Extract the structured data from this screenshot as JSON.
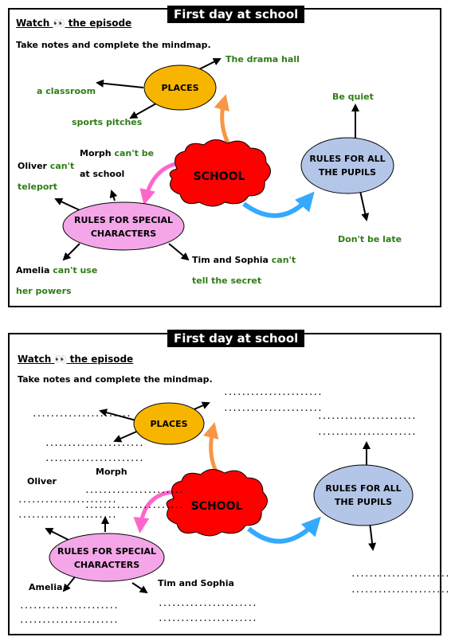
{
  "top": {
    "title": "First day at school",
    "watch": "Watch",
    "episode": "the episode",
    "instruction": "Take notes and complete the mindmap.",
    "places": "PLACES",
    "school": "SCHOOL",
    "rules_all_1": "RULES FOR ALL",
    "rules_all_2": "THE PUPILS",
    "rules_special_1": "RULES FOR SPECIAL",
    "rules_special_2": "CHARACTERS",
    "drama_hall": "The drama hall",
    "classroom": "a classroom",
    "sports": "sports pitches",
    "be_quiet": "Be quiet",
    "dont_be_late": "Don't be late",
    "morph": "Morph",
    "morph_rule_1": "can't be",
    "morph_rule_2": "at school",
    "oliver": "Oliver",
    "oliver_rule_1": "can't",
    "oliver_rule_2": "teleport",
    "amelia": "Amelia",
    "amelia_rule_1": "can't use",
    "amelia_rule_2": "her powers",
    "tim_sophia": "Tim and Sophia",
    "tim_rule_1": "can't",
    "tim_rule_2": "tell the secret"
  },
  "bottom": {
    "title": "First day at school",
    "watch": "Watch",
    "episode": "the episode",
    "instruction": "Take notes and complete the mindmap.",
    "places": "PLACES",
    "school": "SCHOOL",
    "rules_all_1": "RULES FOR ALL",
    "rules_all_2": "THE PUPILS",
    "rules_special_1": "RULES FOR SPECIAL",
    "rules_special_2": "CHARACTERS",
    "morph": "Morph",
    "oliver": "Oliver",
    "amelia": "Amelia",
    "tim_sophia": "Tim and Sophia",
    "blank": "......................"
  },
  "colors": {
    "places_fill": "#f7b500",
    "school_fill": "#ff0000",
    "rules_all_fill": "#b4c6e7",
    "rules_special_fill": "#f4a6e8",
    "arrow_orange": "#f79646",
    "arrow_pink": "#ff66cc",
    "arrow_blue": "#33aaff",
    "green_text": "#2f7d14"
  },
  "icons": [
    "eyes-icon"
  ]
}
